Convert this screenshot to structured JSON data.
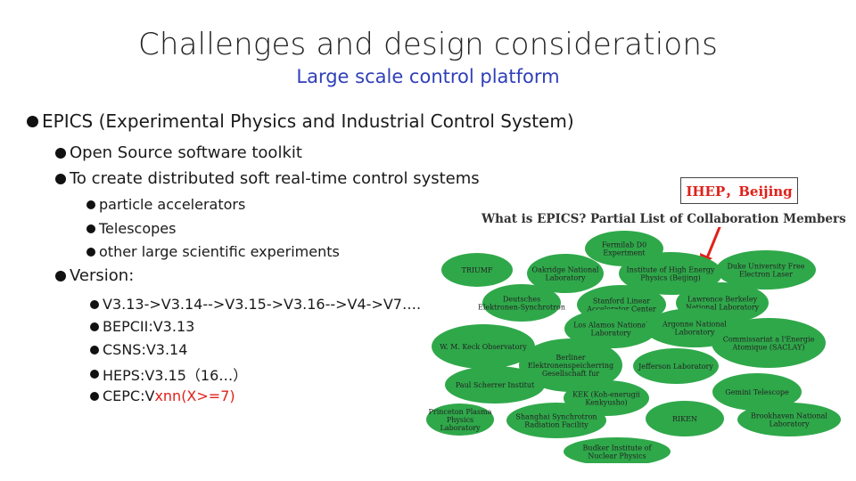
{
  "slide": {
    "title": "Challenges and design considerations",
    "subtitle": "Large scale control platform"
  },
  "bullets": {
    "epics": "EPICS (Experimental Physics and Industrial Control System)",
    "open_source": "Open Source software toolkit",
    "distributed": "To create distributed soft real-time control systems",
    "particle": "particle accelerators",
    "telescopes": "Telescopes",
    "other": "other large scientific experiments",
    "version": "Version:",
    "v_chain": "V3.13->V3.14-->V3.15->V3.16-->V4->V7….",
    "bepcii": "BEPCII:V3.13",
    "csns": "CSNS:V3.14",
    "heps": "HEPS:V3.15（16…）",
    "cepc_prefix": "CEPC:V",
    "cepc_suffix": "xnn(X>=7)"
  },
  "callout": {
    "label": "IHEP，Beijing"
  },
  "figure": {
    "title": "What is EPICS? Partial List of Collaboration Members",
    "members": [
      "Fermilab D0 Experiment",
      "TRIUMF",
      "Oakridge National Laboratory",
      "Institute of High Energy Physics (Beijing)",
      "Duke University Free Electron Laser",
      "Deutsches Elektronen-Synchrotron",
      "Stanford Linear Accelerator Center",
      "Lawrence Berkeley National Laboratory",
      "W. M. Keck Observatory",
      "Los Alamos National Laboratory",
      "Argonne National Laboratory",
      "Commissariat a l'Energie Atomique (SACLAY)",
      "Berliner Elektronenspeicherring Gesellschaft fur Synchrotronstrahlung",
      "Jefferson Laboratory",
      "Paul Scherrer Institut",
      "KEK (Koh-enerugii Kenkyusho)",
      "Gemini Telescope",
      "Princeton Plasma Physics Laboratory",
      "Shanghai Synchrotron Radiation Facility",
      "RIKEN",
      "Brookhaven National Laboratory",
      "Budker Institute of Nuclear Physics"
    ]
  },
  "colors": {
    "cloud_green": "#2fa84a",
    "accent_red": "#e0201a",
    "subtitle_blue": "#2f3fb8"
  }
}
